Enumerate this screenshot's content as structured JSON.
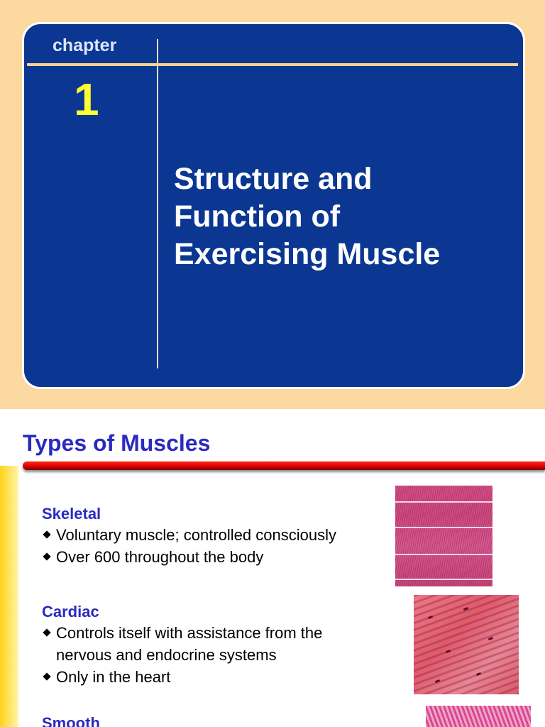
{
  "slide1": {
    "chapter_label": "chapter",
    "chapter_number": "1",
    "title_lines": [
      "Structure and",
      "Function of",
      "Exercising Muscle"
    ]
  },
  "slide2": {
    "title": "Types of Muscles",
    "sections": [
      {
        "heading": "Skeletal",
        "bullets": [
          [
            "Voluntary muscle; controlled consciously"
          ],
          [
            "Over 600 throughout the body"
          ]
        ]
      },
      {
        "heading": "Cardiac",
        "bullets": [
          [
            "Controls itself with assistance from the",
            "nervous and endocrine systems"
          ],
          [
            "Only in the heart"
          ]
        ]
      },
      {
        "heading": "Smooth",
        "bullets": []
      }
    ]
  },
  "colors": {
    "slide1_background": "#fbd9a0",
    "card_blue": "#0b3792",
    "chapter_number_yellow": "#ffff33",
    "heading_blue": "#2a2ac2",
    "title_rule_red": "#e00000"
  },
  "images": [
    "skeletal-muscle-micrograph",
    "cardiac-muscle-micrograph",
    "smooth-muscle-micrograph"
  ]
}
